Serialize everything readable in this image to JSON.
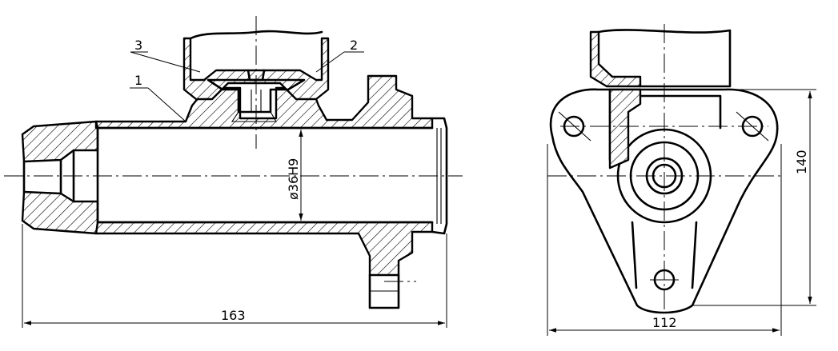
{
  "drawing": {
    "dimensions": {
      "length": "163",
      "width": "112",
      "height": "140",
      "bore": "ø36H9"
    },
    "callouts": [
      "3",
      "1",
      "2"
    ]
  }
}
